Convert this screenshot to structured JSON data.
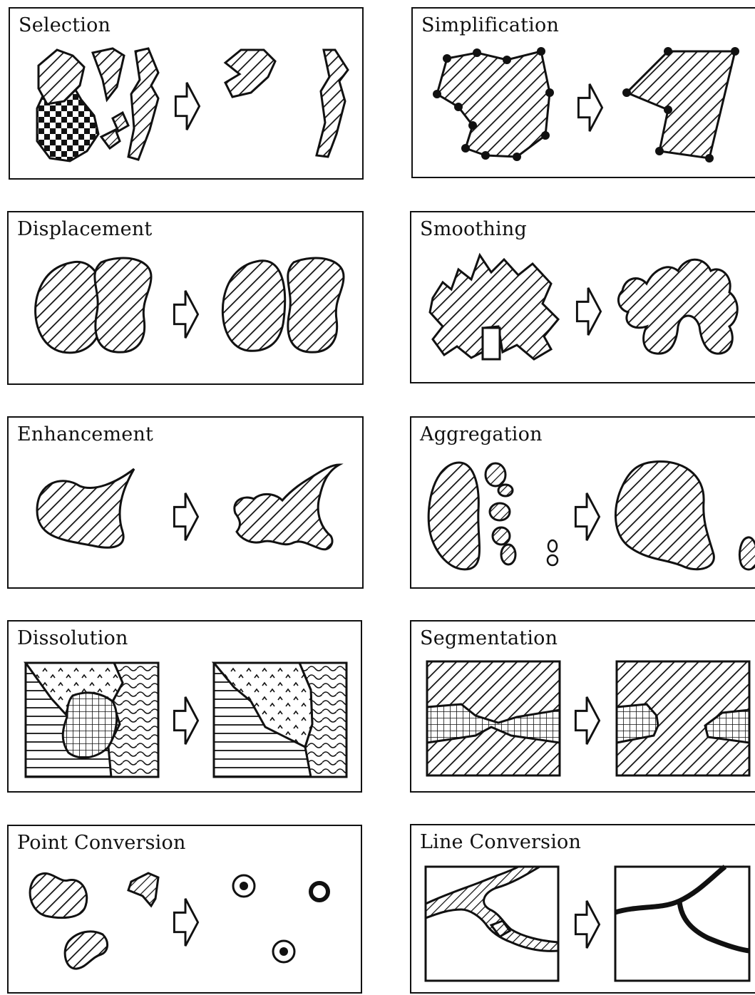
{
  "panels": [
    {
      "id": "selection",
      "title": "Selection"
    },
    {
      "id": "simplification",
      "title": "Simplification"
    },
    {
      "id": "displacement",
      "title": "Displacement"
    },
    {
      "id": "smoothing",
      "title": "Smoothing"
    },
    {
      "id": "enhancement",
      "title": "Enhancement"
    },
    {
      "id": "aggregation",
      "title": "Aggregation"
    },
    {
      "id": "dissolution",
      "title": "Dissolution"
    },
    {
      "id": "segmentation",
      "title": "Segmentation"
    },
    {
      "id": "point-conversion",
      "title": "Point Conversion"
    },
    {
      "id": "line-conversion",
      "title": "Line Conversion"
    }
  ],
  "colors": {
    "ink": "#111111",
    "paper": "#ffffff"
  },
  "icons": {
    "transform-arrow": "right-arrow-outline-icon"
  }
}
